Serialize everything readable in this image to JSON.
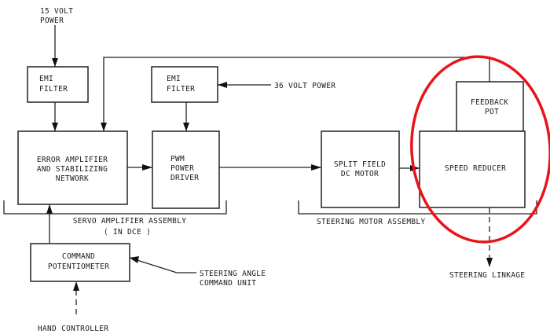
{
  "title": "Steering servo block diagram",
  "inputs": {
    "power_15v": [
      "15 VOLT",
      "POWER"
    ],
    "power_36v": "36 VOLT POWER",
    "steering_angle": [
      "STEERING ANGLE",
      "COMMAND UNIT"
    ],
    "hand_controller": "HAND CONTROLLER"
  },
  "blocks": {
    "emi_filter_1": [
      "EMI",
      "FILTER"
    ],
    "emi_filter_2": [
      "EMI",
      "FILTER"
    ],
    "error_amplifier": [
      "ERROR AMPLIFIER",
      "AND STABILIZING",
      "NETWORK"
    ],
    "pwm_driver": [
      "PWM",
      "POWER",
      "DRIVER"
    ],
    "motor": [
      "SPLIT FIELD",
      "DC MOTOR"
    ],
    "feedback_pot": [
      "FEEDBACK",
      "POT"
    ],
    "speed_reducer": "SPEED REDUCER",
    "command_pot": [
      "COMMAND",
      "POTENTIOMETER"
    ]
  },
  "groups": {
    "servo_amp": [
      "SERVO AMPLIFIER ASSEMBLY",
      "( IN DCE )"
    ],
    "steering_motor": "STEERING MOTOR ASSEMBLY"
  },
  "output": "STEERING LINKAGE",
  "highlight_color": "#e8141b"
}
